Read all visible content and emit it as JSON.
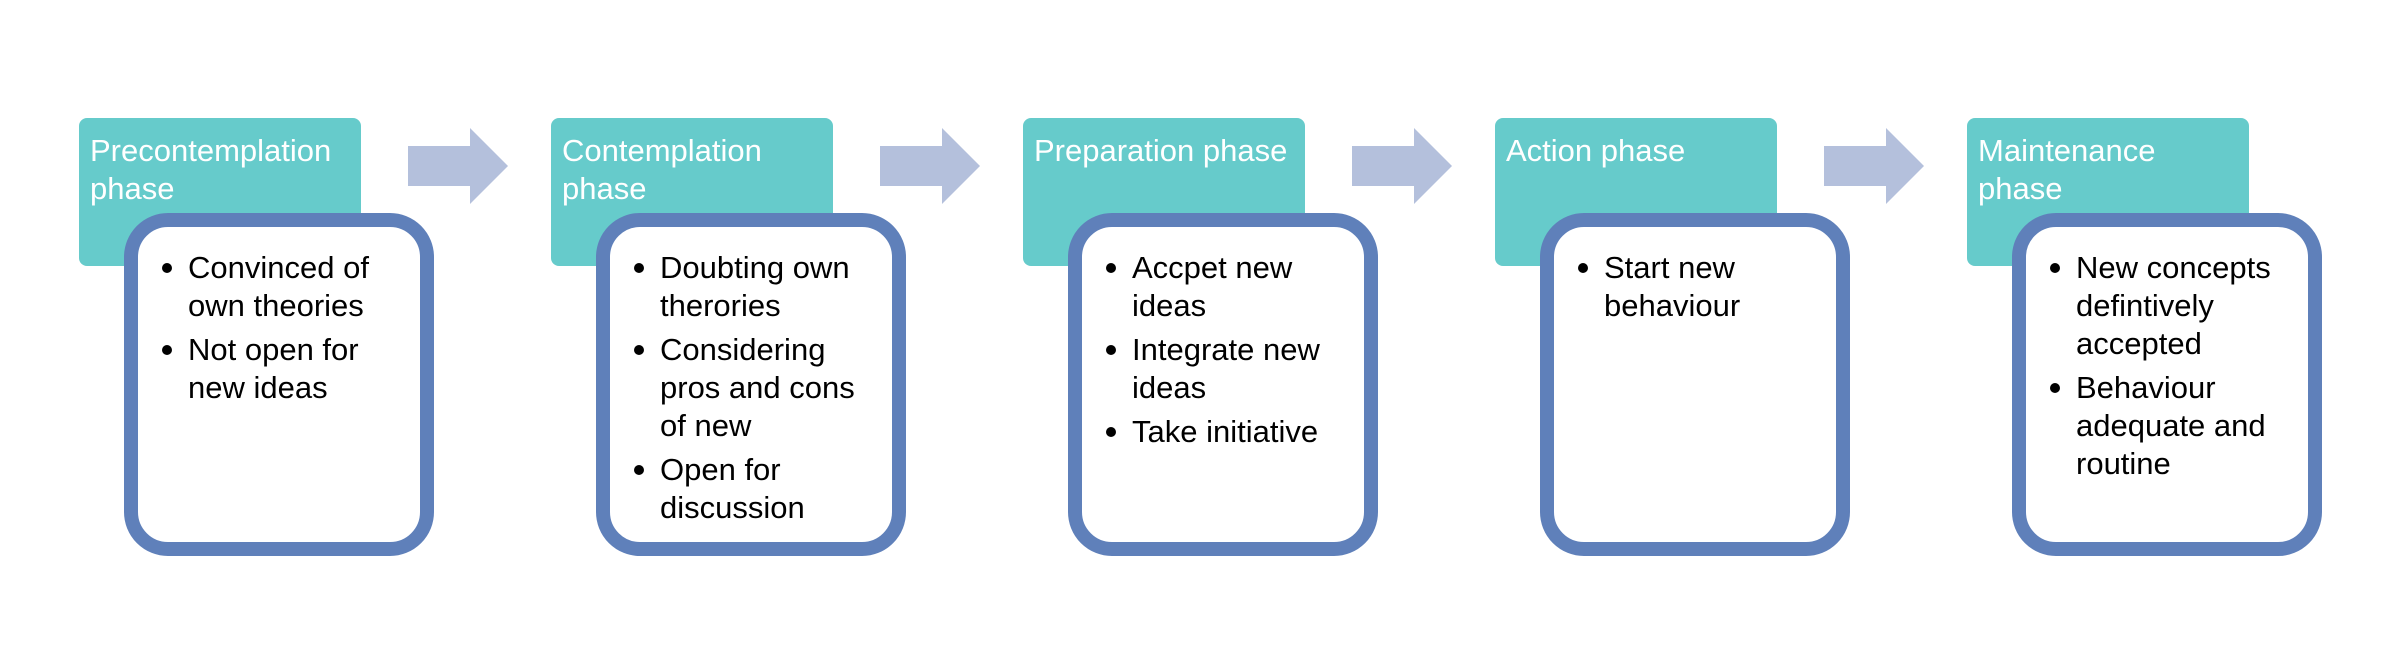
{
  "phases": [
    {
      "title": "Precontemplation phase",
      "items": [
        "Convinced of own theories",
        "Not open for new ideas"
      ]
    },
    {
      "title": "Contemplation phase",
      "items": [
        "Doubting own therories",
        "Considering pros and cons of new",
        "Open for discussion"
      ]
    },
    {
      "title": "Preparation phase",
      "items": [
        "Accpet new ideas",
        "Integrate new ideas",
        "Take initiative"
      ]
    },
    {
      "title": "Action phase",
      "items": [
        "Start new behaviour"
      ]
    },
    {
      "title": "Maintenance phase",
      "items": [
        "New concepts defintively accepted",
        "Behaviour adequate and routine"
      ]
    }
  ],
  "colors": {
    "header": "#66cbcb",
    "box_border": "#5f80ba",
    "arrow": "#b4c0dc"
  }
}
